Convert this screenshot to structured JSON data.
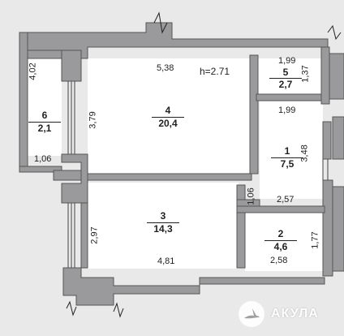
{
  "plan": {
    "height_note": "h=2.71",
    "rooms": [
      {
        "number": "1",
        "area": "7,5"
      },
      {
        "number": "2",
        "area": "4,6"
      },
      {
        "number": "3",
        "area": "14,3"
      },
      {
        "number": "4",
        "area": "20,4"
      },
      {
        "number": "5",
        "area": "2,7"
      },
      {
        "number": "6",
        "area": "2,1"
      }
    ],
    "dimensions": {
      "d_538": "5,38",
      "d_199_top": "1,99",
      "d_137": "1,37",
      "d_199_mid": "1,99",
      "d_348": "3,48",
      "d_402": "4,02",
      "d_379": "3,79",
      "d_106_left": "1,06",
      "d_106_mid": "1,06",
      "d_257": "2,57",
      "d_297": "2,97",
      "d_481": "4,81",
      "d_258": "2,58",
      "d_177": "1,77"
    }
  },
  "logo": {
    "text": "АКУЛА",
    "icon": "shark-icon"
  }
}
